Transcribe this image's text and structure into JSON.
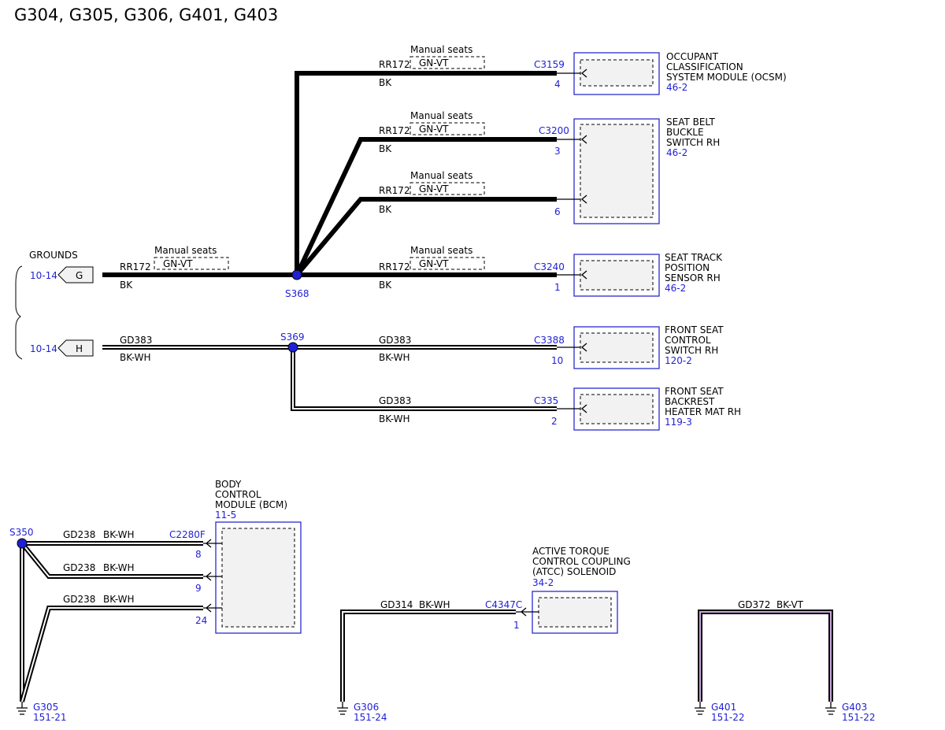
{
  "title": "G304, G305, G306, G401, G403",
  "grounds_label": "GROUNDS",
  "inline_refs": [
    {
      "id": "G",
      "ref": "10-14"
    },
    {
      "id": "H",
      "ref": "10-14"
    }
  ],
  "splices": [
    "S368",
    "S369",
    "S350"
  ],
  "option_label": "Manual seats",
  "wires": {
    "rr172": "RR172",
    "gn_vt": "GN-VT",
    "bk": "BK",
    "gd383": "GD383",
    "bk_wh": "BK-WH",
    "gd238": "GD238",
    "gd314": "GD314",
    "gd372": "GD372",
    "bk_vt": "BK-VT"
  },
  "components": [
    {
      "name": "OCCUPANT\nCLASSIFICATION\nSYSTEM MODULE (OCSM)",
      "ref": "46-2",
      "connector": "C3159",
      "pins": [
        "4"
      ]
    },
    {
      "name": "SEAT BELT\nBUCKLE\nSWITCH RH",
      "ref": "46-2",
      "connector": "C3200",
      "pins": [
        "3",
        "6"
      ]
    },
    {
      "name": "SEAT TRACK\nPOSITION\nSENSOR RH",
      "ref": "46-2",
      "connector": "C3240",
      "pins": [
        "1"
      ]
    },
    {
      "name": "FRONT SEAT\nCONTROL\nSWITCH RH",
      "ref": "120-2",
      "connector": "C3388",
      "pins": [
        "10"
      ]
    },
    {
      "name": "FRONT SEAT\nBACKREST\nHEATER MAT RH",
      "ref": "119-3",
      "connector": "C335",
      "pins": [
        "2"
      ]
    },
    {
      "name": "BODY\nCONTROL\nMODULE (BCM)",
      "ref": "11-5",
      "connector": "C2280F",
      "pins": [
        "8",
        "9",
        "24"
      ]
    },
    {
      "name": "ACTIVE TORQUE\nCONTROL COUPLING\n(ATCC) SOLENOID",
      "ref": "34-2",
      "connector": "C4347C",
      "pins": [
        "1"
      ]
    }
  ],
  "grounds": [
    {
      "name": "G305",
      "ref": "151-21"
    },
    {
      "name": "G306",
      "ref": "151-24"
    },
    {
      "name": "G401",
      "ref": "151-22"
    },
    {
      "name": "G403",
      "ref": "151-22"
    }
  ],
  "colors": {
    "link_blue": "#1f1fd6",
    "component_border": "#2b2bd0",
    "component_fill": "#f2f2f2",
    "wire_violet_stripe": "#c9a3d9"
  }
}
